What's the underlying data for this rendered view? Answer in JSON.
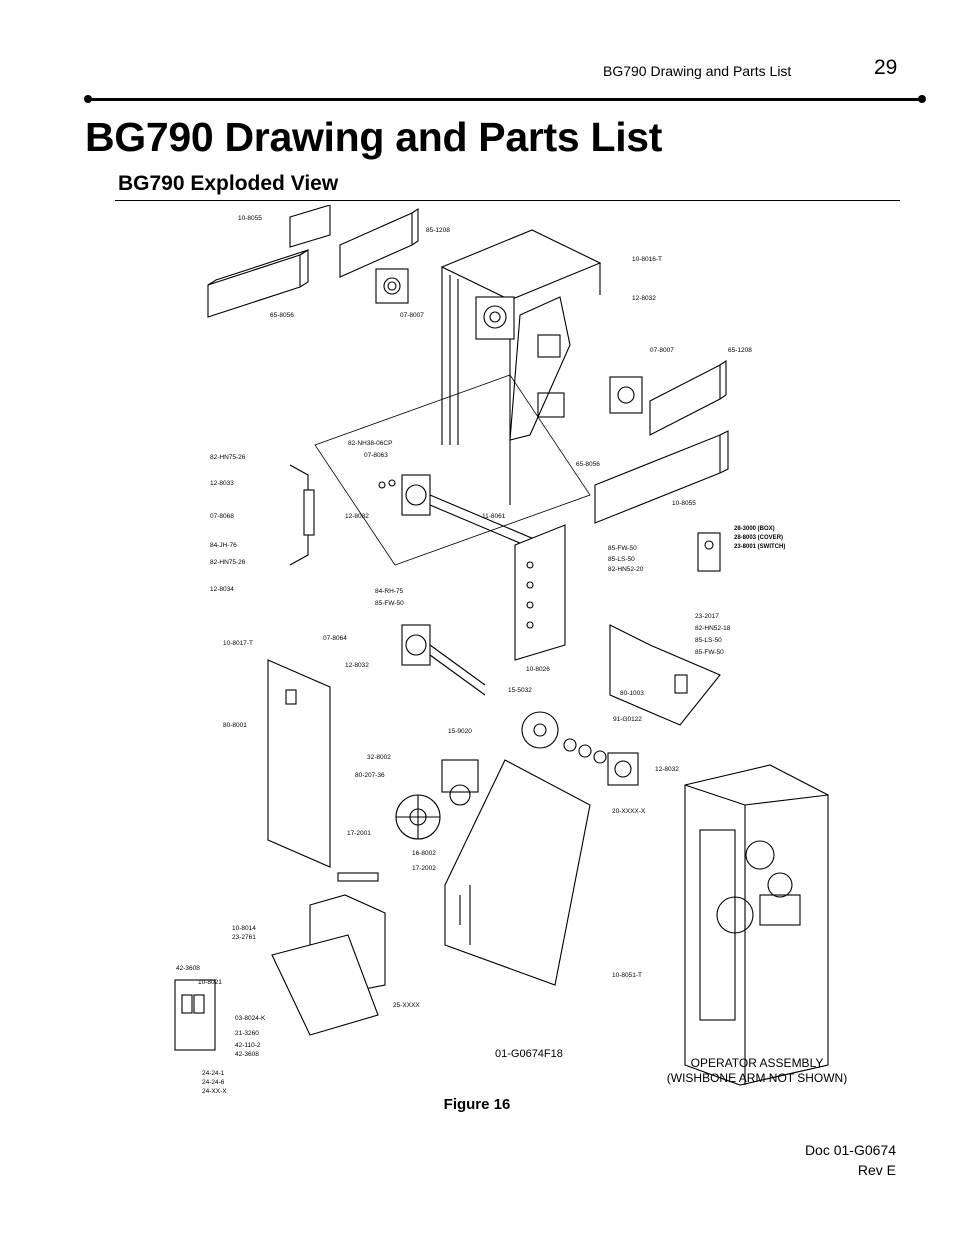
{
  "header": {
    "running_title": "BG790 Drawing and Parts List",
    "page_number": "29"
  },
  "title": "BG790 Drawing and Parts List",
  "section_title": "BG790 Exploded View",
  "drawing": {
    "part_labels": [
      "10-8055",
      "85-1208",
      "65-8056",
      "07-8007",
      "10-8016-T",
      "12-8032",
      "07-8007",
      "65-1208",
      "82-NH38-06CP",
      "07-8063",
      "82-HN75-26",
      "12-8033",
      "65-8056",
      "07-8068",
      "12-8032",
      "11-8061",
      "10-8055",
      "84-JH-76",
      "82-HN75-26",
      "85-FW-50",
      "85-LS-50",
      "82-HN52-20",
      "12-8034",
      "84-RH-75",
      "85-FW-50",
      "07-8064",
      "10-8017-T",
      "12-8032",
      "10-8026",
      "23-2017",
      "82-HN52-18",
      "85-LS-50",
      "85-FW-50",
      "80-1003",
      "15-5032",
      "91-G0122",
      "80-8001",
      "15-9020",
      "32-8002",
      "80-207-36",
      "12-8032",
      "20-XXXX-X",
      "17-2001",
      "16-8002",
      "17-2002",
      "10-8014",
      "23-2761",
      "42-3608",
      "10-8021",
      "25-XXXX",
      "10-8051-T",
      "03-8024-K",
      "21-3260",
      "42-110-2",
      "42-3608",
      "24-24-1",
      "24-24-6",
      "24-XX-X"
    ],
    "switch_box_labels": [
      "28-3000 (BOX)",
      "28-8003 (COVER)",
      "23-8001 (SWITCH)"
    ],
    "drawing_number": "01-G0674F18",
    "operator_caption_1": "OPERATOR ASSEMBLY",
    "operator_caption_2": "(WISHBONE ARM NOT SHOWN)"
  },
  "caption": "Figure 16",
  "footer": {
    "doc_id": "Doc 01-G0674",
    "rev": "Rev E"
  }
}
